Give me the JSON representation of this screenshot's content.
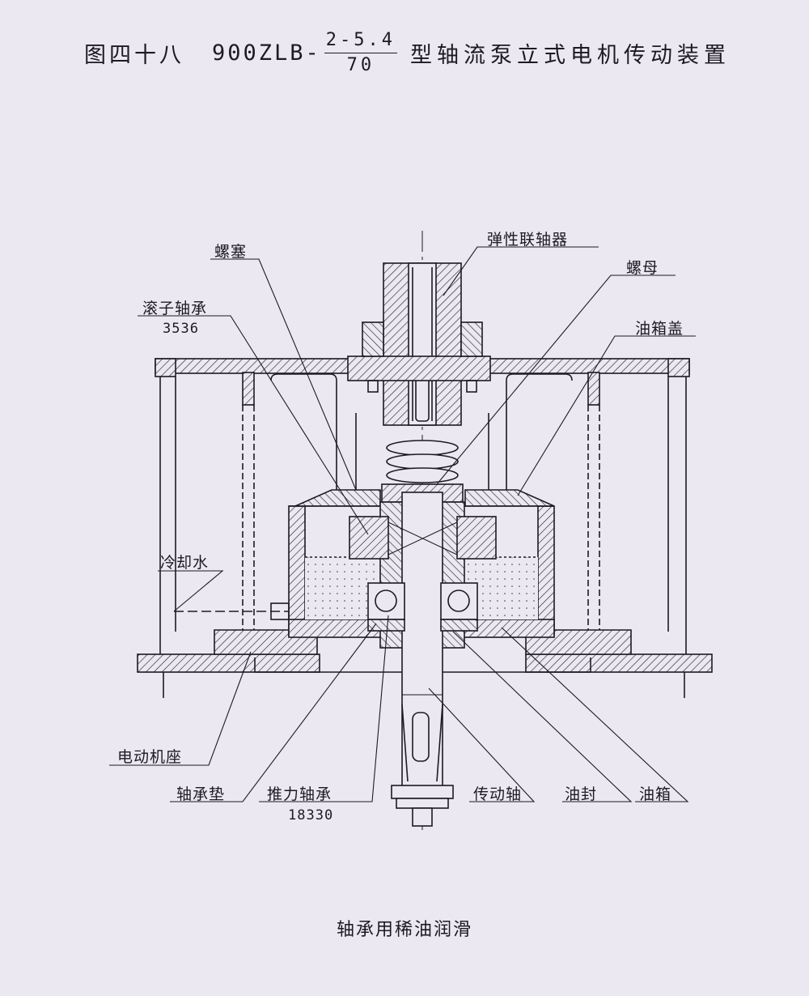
{
  "title": {
    "figure": "图四十八",
    "model": "900ZLB-",
    "frac_top": "2-5.4",
    "frac_bottom": "70",
    "name": "型轴流泵立式电机传动装置"
  },
  "labels": {
    "elastic_coupling": "弹性联轴器",
    "plug": "螺塞",
    "nut": "螺母",
    "roller_bearing": "滚子轴承",
    "roller_bearing_no": "3536",
    "oil_tank_cover": "油箱盖",
    "cooling_water": "冷却水",
    "motor_base": "电动机座",
    "bearing_pad": "轴承垫",
    "thrust_bearing": "推力轴承",
    "thrust_bearing_no": "18330",
    "drive_shaft": "传动轴",
    "oil_seal": "油封",
    "oil_tank": "油箱"
  },
  "caption": "轴承用稀油润滑"
}
